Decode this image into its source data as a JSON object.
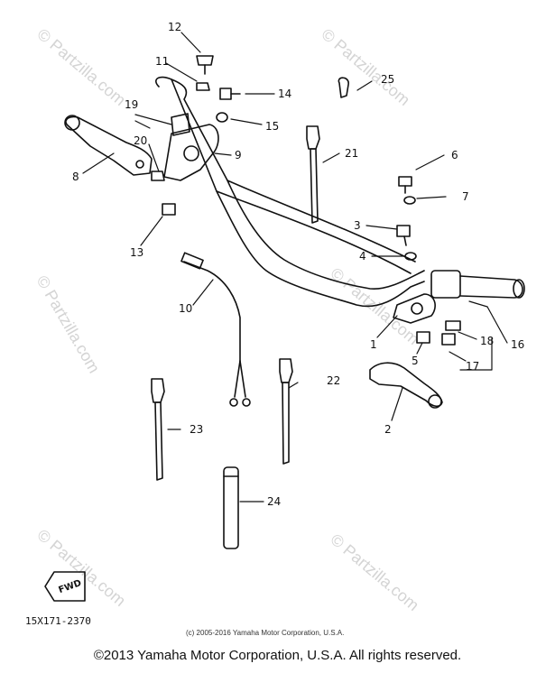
{
  "diagram": {
    "watermark": "© Partzilla.com",
    "part_code": "15X171-2370",
    "inner_copyright": "(c) 2005-2016 Yamaha Motor Corporation, U.S.A.",
    "fwd_label": "FWD",
    "callouts": [
      "1",
      "2",
      "3",
      "4",
      "5",
      "6",
      "7",
      "8",
      "9",
      "10",
      "11",
      "12",
      "13",
      "14",
      "15",
      "16",
      "17",
      "18",
      "19",
      "20",
      "21",
      "22",
      "23",
      "24",
      "25"
    ]
  },
  "footer": {
    "copyright": "©2013 Yamaha Motor Corporation, U.S.A. All rights reserved."
  }
}
